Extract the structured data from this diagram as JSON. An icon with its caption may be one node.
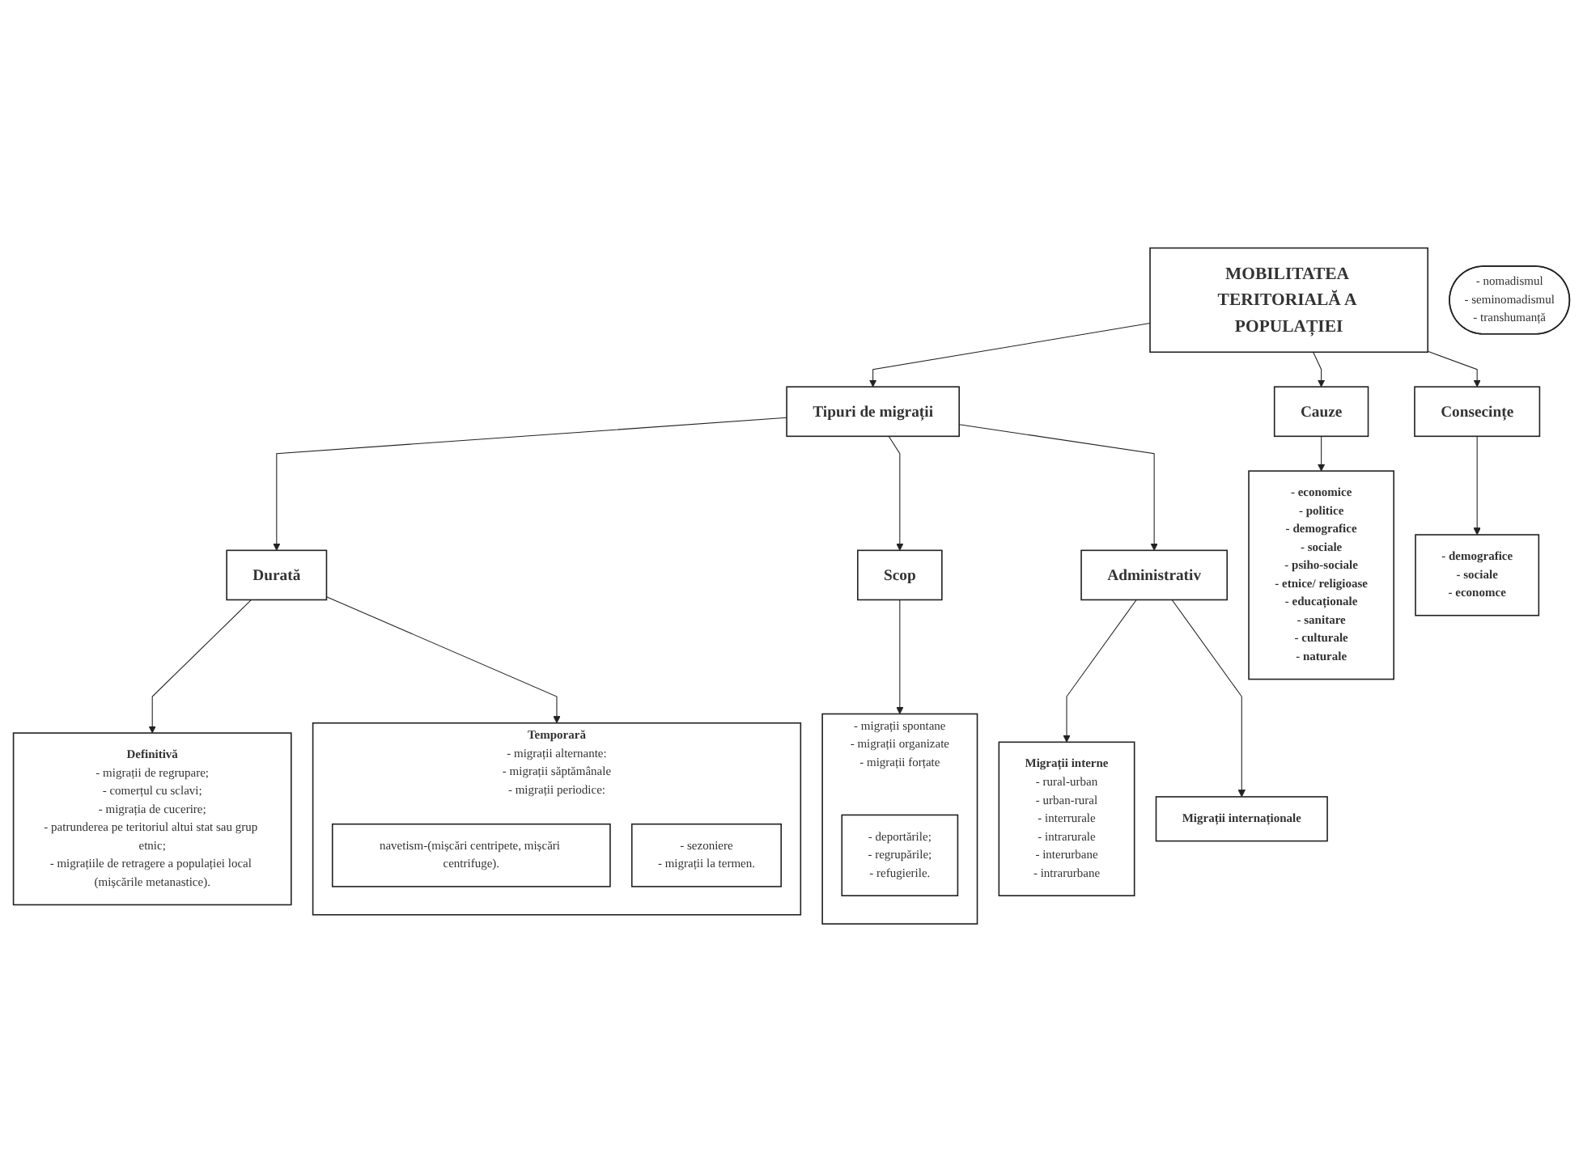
{
  "diagram": {
    "nodes": [
      {
        "text": [
          "MOBILITATEA TERITORIALĂ A POPULAȚIEI"
        ]
      },
      {
        "text": [
          "Cauze"
        ]
      },
      {
        "text": [
          "Tipuri de migrații"
        ]
      },
      {
        "text": [
          "Consecințe"
        ]
      },
      {
        "text": [
          "Durată"
        ]
      },
      {
        "text": [
          "Scop"
        ]
      },
      {
        "text": [
          "Administrativ"
        ]
      },
      {
        "text": [
          "- economice",
          "- politice",
          "- demografice",
          "- sociale",
          "- psiho-sociale",
          "- etnice/ religioase",
          "- educaționale",
          "- sanitare",
          "- culturale",
          "- naturale"
        ]
      },
      {
        "text": [
          "Definitivă",
          "- migrații de regrupare;",
          "- comerțul cu sclavi;",
          "- migrația de cucerire;",
          "- patrunderea pe teritoriul altui stat sau grup etnic;",
          "- migrațiile de retragere a populației local (mișcările metanastice)."
        ]
      },
      {
        "text": [
          "Temporară",
          "- migrații alternante:",
          "- migrații săptămânale",
          "- migrații periodice:"
        ]
      },
      {
        "text": [
          "navetism-(mișcări centripete, mișcări centrifuge)."
        ],
        "in": 9
      },
      {
        "text": [
          "- sezoniere",
          "- migrații la termen."
        ],
        "in": 9
      },
      {
        "text": [
          "- migrații spontane",
          "- migrații organizate",
          "- migrații forțate"
        ]
      },
      {
        "text": [
          "- deportările;",
          "- regrupările;",
          "- refugierile."
        ],
        "in": 12
      },
      {
        "text": [
          "Migrații interne",
          "- rural-urban",
          "- urban-rural",
          "- interrurale",
          "- intrarurale",
          "- interurbane",
          "- intrarurbane"
        ]
      },
      {
        "text": [
          "Migrații internaționale"
        ]
      },
      {
        "text": [
          "- demografice",
          "- sociale",
          "- economce"
        ]
      },
      {
        "text": [
          "- nomadismul",
          "- seminomadismul",
          "- transhumanță"
        ]
      }
    ],
    "edges": [
      {
        "from": 0,
        "to": 1,
        "arrow": "to"
      },
      {
        "from": 0,
        "to": 2,
        "arrow": "to"
      },
      {
        "from": 0,
        "to": 3,
        "arrow": "to"
      },
      {
        "from": 2,
        "to": 4,
        "arrow": "to"
      },
      {
        "from": 2,
        "to": 5,
        "arrow": "to"
      },
      {
        "from": 2,
        "to": 6,
        "arrow": "to"
      },
      {
        "from": 1,
        "to": 7,
        "arrow": "to"
      },
      {
        "from": 4,
        "to": 8,
        "arrow": "to"
      },
      {
        "from": 4,
        "to": 9,
        "arrow": "to"
      },
      {
        "from": 5,
        "to": 12,
        "arrow": "to"
      },
      {
        "from": 6,
        "to": 14,
        "arrow": "to"
      },
      {
        "from": 6,
        "to": 15,
        "arrow": "to"
      },
      {
        "from": 3,
        "to": 16,
        "arrow": "to"
      }
    ]
  }
}
